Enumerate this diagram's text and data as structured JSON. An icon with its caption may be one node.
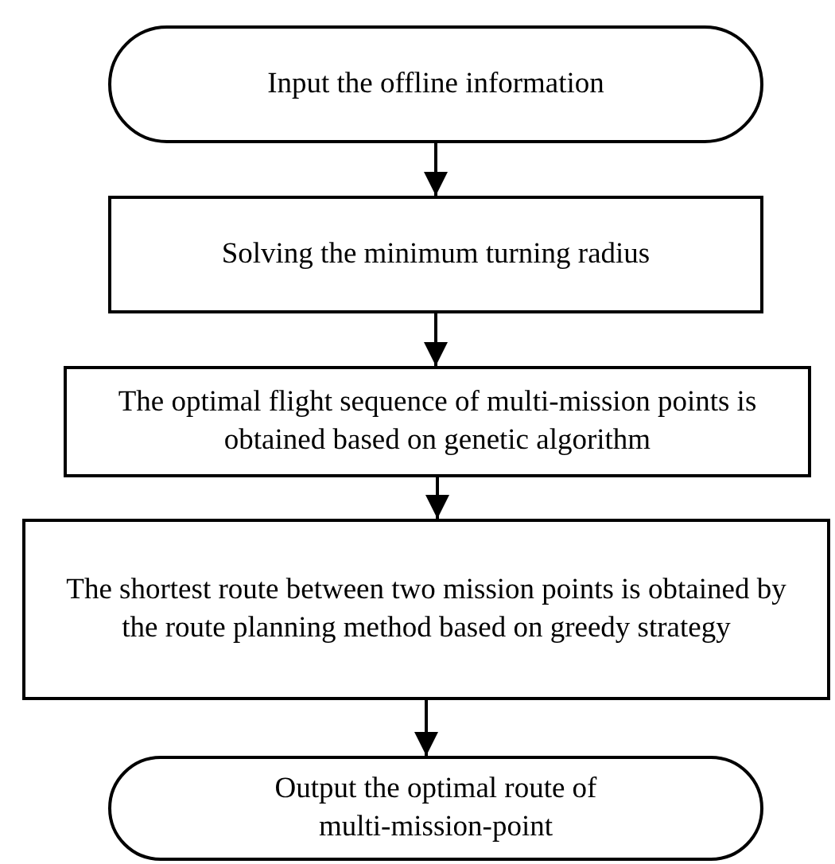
{
  "diagram": {
    "nodes": [
      {
        "text": [
          "Input the offline information"
        ]
      },
      {
        "text": [
          "Solving the minimum turning radius"
        ]
      },
      {
        "text": [
          "The optimal flight sequence of multi-mission points is obtained based on genetic algorithm"
        ]
      },
      {
        "text": [
          "The shortest route between two mission points is obtained by the route planning method based on greedy strategy"
        ]
      },
      {
        "text": [
          "Output the optimal route of multi-mission-point"
        ]
      }
    ],
    "edges": [
      {
        "from": 0,
        "to": 1,
        "arrow": "to"
      },
      {
        "from": 1,
        "to": 2,
        "arrow": "to"
      },
      {
        "from": 2,
        "to": 3,
        "arrow": "to"
      },
      {
        "from": 3,
        "to": 4,
        "arrow": "to"
      }
    ]
  }
}
